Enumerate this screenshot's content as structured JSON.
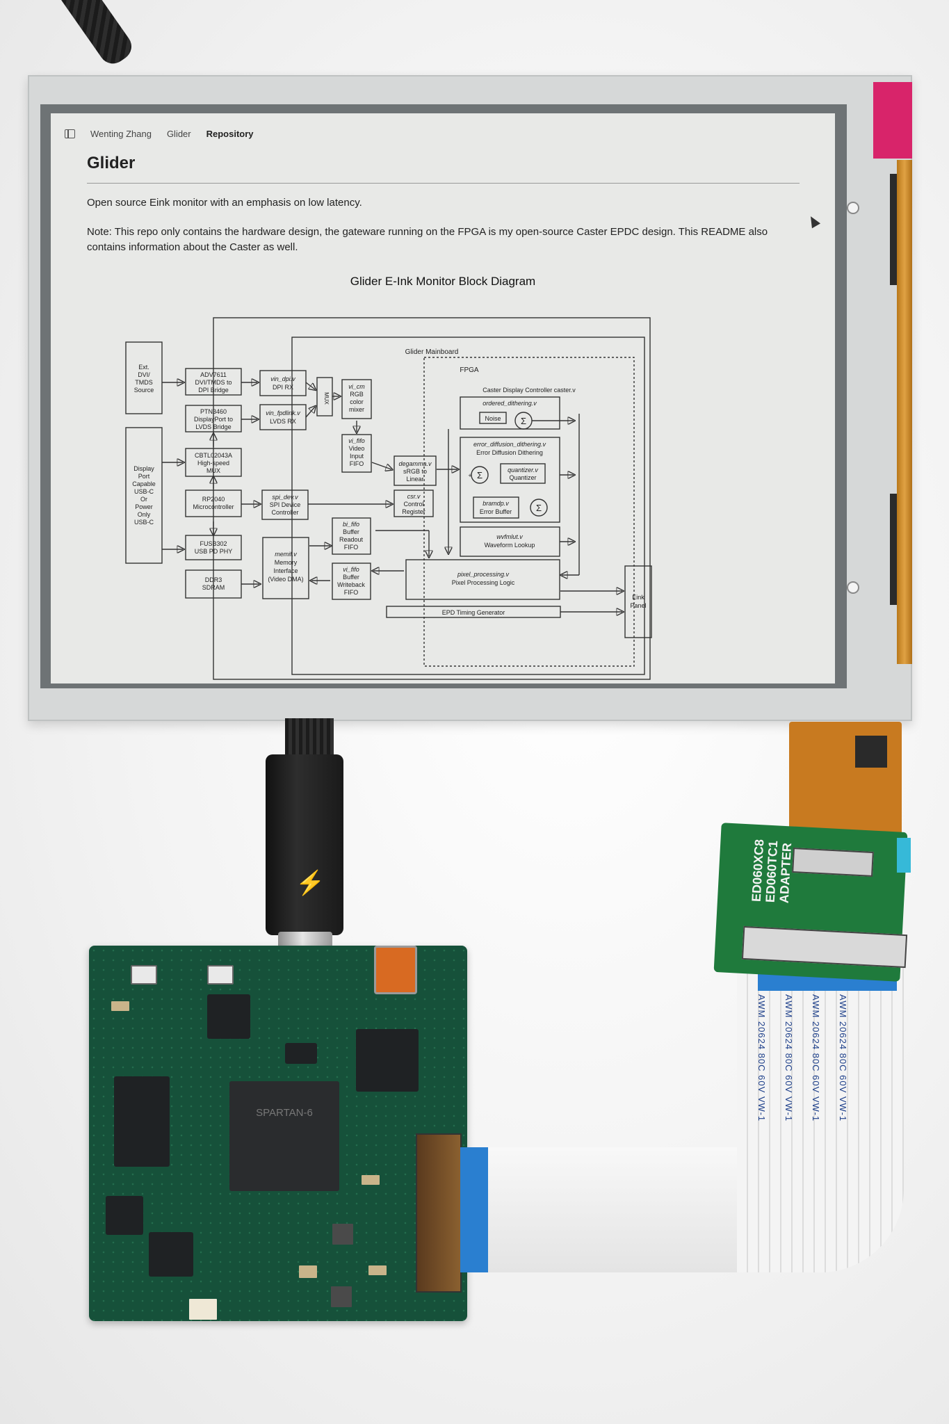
{
  "screen": {
    "breadcrumb": [
      "Wenting Zhang",
      "Glider",
      "Repository"
    ],
    "title": "Glider",
    "paragraph1": "Open source Eink monitor with an emphasis on low latency.",
    "paragraph2": "Note: This repo only contains the hardware design, the gateware running on the FPGA is my open-source Caster EPDC design. This README also contains information about the Caster as well.",
    "diagram_title": "Glider E-Ink Monitor Block Diagram"
  },
  "diagram": {
    "mainboard": "Glider Mainboard",
    "fpga": "FPGA",
    "caster": "Caster Display Controller caster.v",
    "ext_dvi": [
      "Ext.",
      "DVI/",
      "TMDS",
      "Source"
    ],
    "displayport": [
      "Display",
      "Port",
      "Capable",
      "USB-C",
      "Or",
      "Power",
      "Only",
      "USB-C"
    ],
    "adv7611": [
      "ADV7611",
      "DVI/TMDS to",
      "DPI Bridge"
    ],
    "ptn3460": [
      "PTN3460",
      "DisplayPort to",
      "LVDS Bridge"
    ],
    "cbtl": [
      "CBTL02043A",
      "High-speed",
      "MUX"
    ],
    "rp2040": [
      "RP2040",
      "Microcontroller"
    ],
    "fusb302": [
      "FUSB302",
      "USB PD PHY"
    ],
    "ddr3": [
      "DDR3",
      "SDRAM"
    ],
    "vin_dpi": [
      "vin_dpi.v",
      "DPI RX"
    ],
    "vin_fpdlink": [
      "vin_fpdlink.v",
      "LVDS RX"
    ],
    "mux": "MUX",
    "vi_cm": [
      "vi_cm",
      "RGB",
      "color",
      "mixer"
    ],
    "vi_fifo_in": [
      "vi_fifo",
      "Video",
      "Input",
      "FIFO"
    ],
    "spi_dev": [
      "spi_dev.v",
      "SPI Device",
      "Controller"
    ],
    "bi_fifo": [
      "bi_fifo",
      "Buffer",
      "Readout",
      "FIFO"
    ],
    "memif": [
      "memif.v",
      "Memory",
      "Interface",
      "(Video DMA)"
    ],
    "vi_fifo_wb": [
      "vi_fifo",
      "Buffer",
      "Writeback",
      "FIFO"
    ],
    "degamma": [
      "degamma.v",
      "sRGB to",
      "Linear"
    ],
    "csr": [
      "csr.v",
      "Control",
      "Register"
    ],
    "ordered": "ordered_dithering.v",
    "noise": "Noise",
    "sigma": "Σ",
    "error_diff": [
      "error_diffusion_dithering.v",
      "Error Diffusion Dithering"
    ],
    "quantizer": [
      "quantizer.v",
      "Quantizer"
    ],
    "bramdp": [
      "bramdp.v",
      "Error Buffer"
    ],
    "wvfmlut": [
      "wvfmlut.v",
      "Waveform Lookup"
    ],
    "pixel_proc": [
      "pixel_processing.v",
      "Pixel Processing Logic"
    ],
    "epd_timing": "EPD Timing Generator",
    "eink_panel": [
      "Eink",
      "Panel"
    ],
    "plus": "+"
  },
  "hardware": {
    "fpga_marking": "SPARTAN-6",
    "adapter_label": [
      "ED060XC8",
      "ED060TC1",
      "ADAPTER"
    ],
    "ribbon_print": [
      "AWM 20624 80C 60V VW-1",
      "AWM 20624 80C 60V VW-1",
      "AWM 20624 80C 60V VW-1",
      "AWM 20624 80C 60V VW-1"
    ],
    "bolt": "⚡"
  }
}
